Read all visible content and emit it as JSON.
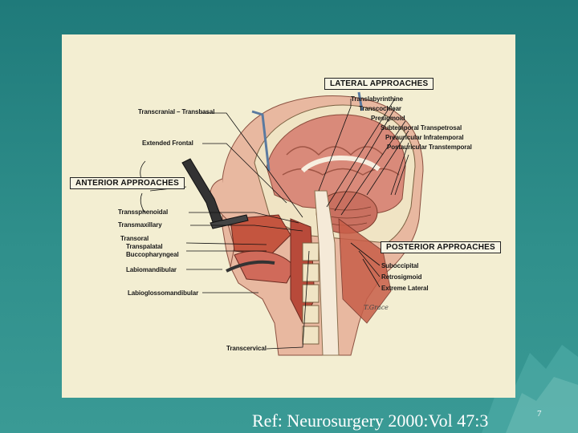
{
  "figure": {
    "lateral_approaches": {
      "title": "LATERAL APPROACHES",
      "items": [
        "Translabyrinthine",
        "Transcochlear",
        "Presigmoid",
        "Subtemporal Transpetrosal",
        "Preauricular Infratemporal",
        "Postauricular Transtemporal"
      ]
    },
    "anterior_approaches": {
      "title": "ANTERIOR APPROACHES",
      "top_items": [
        "Transcranial – Transbasal",
        "Extended Frontal"
      ],
      "items": [
        "Transsphenoidal",
        "Transmaxillary",
        "Transoral",
        "Transpalatal",
        "Buccopharyngeal",
        "Labiomandibular",
        "Labioglossomandibular",
        "Transcervical"
      ]
    },
    "posterior_approaches": {
      "title": "POSTERIOR APPROACHES",
      "items": [
        "Suboccipital",
        "Retrosigmoid",
        "Extreme Lateral"
      ]
    },
    "signature": "T.Grace"
  },
  "reference": "Ref: Neurosurgery 2000:Vol 47:3",
  "page_number": "7",
  "colors": {
    "slide_background": "#2a8a86",
    "figure_background": "#f3eed2",
    "brain": "#d98a7a",
    "tissue_red": "#c4553f",
    "bone": "#f0e4c4"
  }
}
